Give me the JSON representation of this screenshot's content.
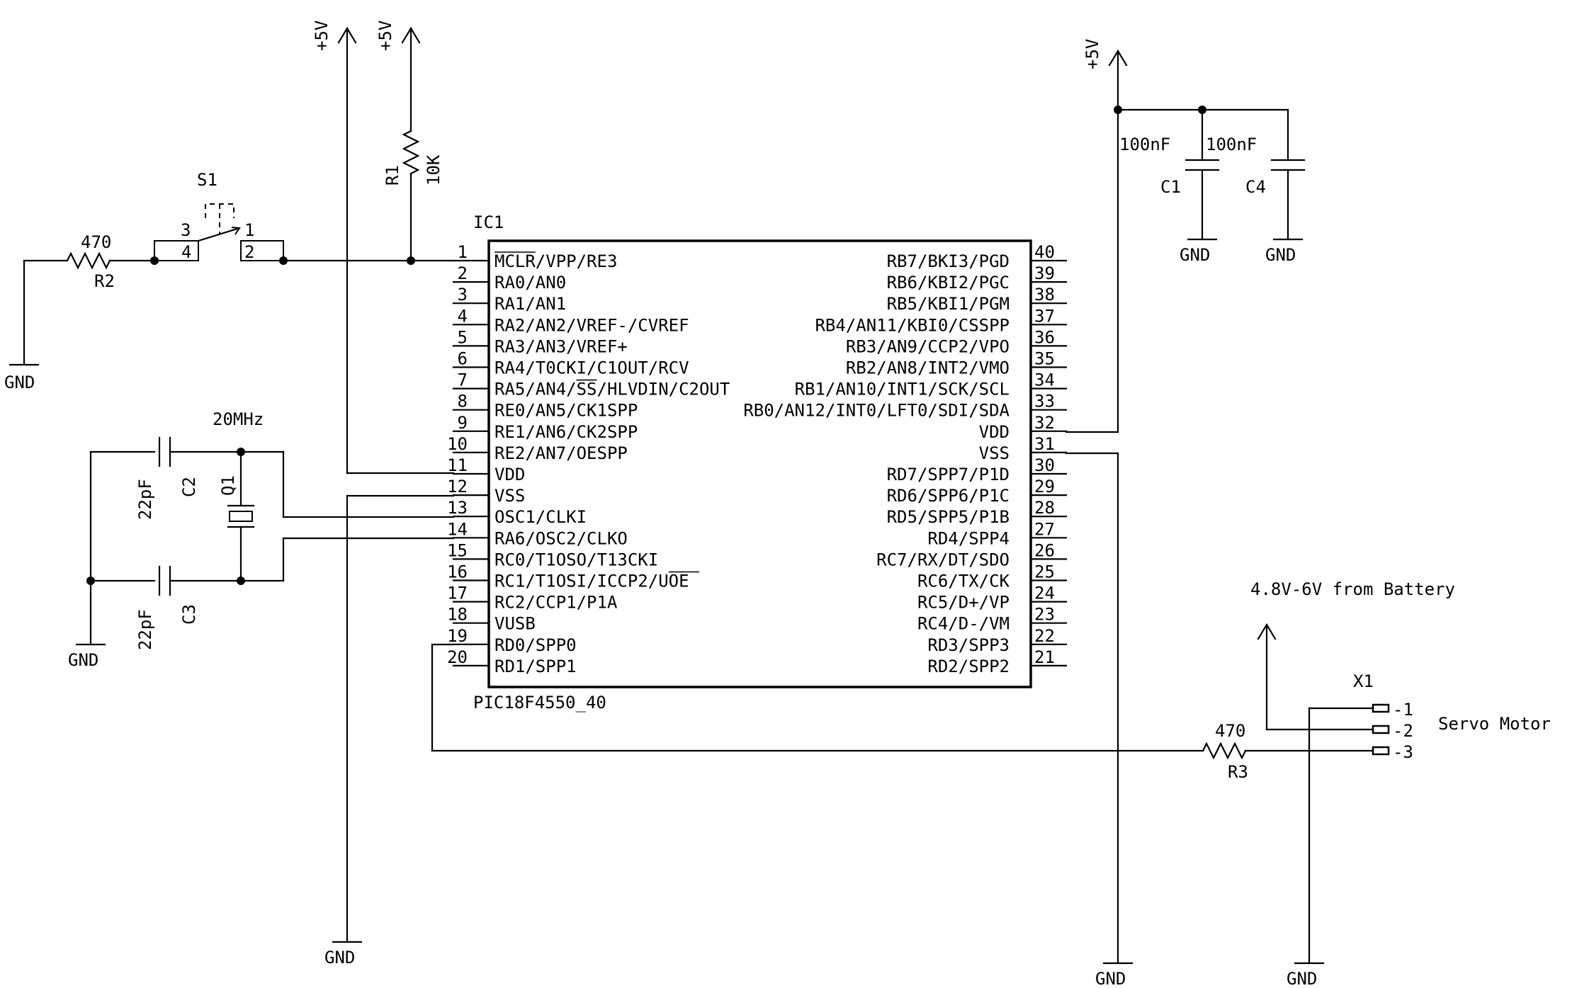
{
  "power": {
    "vcc": "+5V",
    "gnd": "GND",
    "battery": "4.8V-6V from Battery"
  },
  "ic": {
    "name": "IC1",
    "part": "PIC18F4550_40",
    "left_pins": [
      {
        "num": "1",
        "label": "MCLR/VPP/RE3"
      },
      {
        "num": "2",
        "label": "RA0/AN0"
      },
      {
        "num": "3",
        "label": "RA1/AN1"
      },
      {
        "num": "4",
        "label": "RA2/AN2/VREF-/CVREF"
      },
      {
        "num": "5",
        "label": "RA3/AN3/VREF+"
      },
      {
        "num": "6",
        "label": "RA4/T0CKI/C1OUT/RCV"
      },
      {
        "num": "7",
        "label": "RA5/AN4/SS/HLVDIN/C2OUT"
      },
      {
        "num": "8",
        "label": "RE0/AN5/CK1SPP"
      },
      {
        "num": "9",
        "label": "RE1/AN6/CK2SPP"
      },
      {
        "num": "10",
        "label": "RE2/AN7/OESPP"
      },
      {
        "num": "11",
        "label": "VDD"
      },
      {
        "num": "12",
        "label": "VSS"
      },
      {
        "num": "13",
        "label": "OSC1/CLKI"
      },
      {
        "num": "14",
        "label": "RA6/OSC2/CLKO"
      },
      {
        "num": "15",
        "label": "RC0/T1OSO/T13CKI"
      },
      {
        "num": "16",
        "label": "RC1/T1OSI/ICCP2/UOE"
      },
      {
        "num": "17",
        "label": "RC2/CCP1/P1A"
      },
      {
        "num": "18",
        "label": "VUSB"
      },
      {
        "num": "19",
        "label": "RD0/SPP0"
      },
      {
        "num": "20",
        "label": "RD1/SPP1"
      }
    ],
    "right_pins": [
      {
        "num": "40",
        "label": "RB7/BKI3/PGD"
      },
      {
        "num": "39",
        "label": "RB6/KBI2/PGC"
      },
      {
        "num": "38",
        "label": "RB5/KBI1/PGM"
      },
      {
        "num": "37",
        "label": "RB4/AN11/KBI0/CSSPP"
      },
      {
        "num": "36",
        "label": "RB3/AN9/CCP2/VPO"
      },
      {
        "num": "35",
        "label": "RB2/AN8/INT2/VMO"
      },
      {
        "num": "34",
        "label": "RB1/AN10/INT1/SCK/SCL"
      },
      {
        "num": "33",
        "label": "RB0/AN12/INT0/LFT0/SDI/SDA"
      },
      {
        "num": "32",
        "label": "VDD"
      },
      {
        "num": "31",
        "label": "VSS"
      },
      {
        "num": "30",
        "label": "RD7/SPP7/P1D"
      },
      {
        "num": "29",
        "label": "RD6/SPP6/P1C"
      },
      {
        "num": "28",
        "label": "RD5/SPP5/P1B"
      },
      {
        "num": "27",
        "label": "RD4/SPP4"
      },
      {
        "num": "26",
        "label": "RC7/RX/DT/SDO"
      },
      {
        "num": "25",
        "label": "RC6/TX/CK"
      },
      {
        "num": "24",
        "label": "RC5/D+/VP"
      },
      {
        "num": "23",
        "label": "RC4/D-/VM"
      },
      {
        "num": "22",
        "label": "RD3/SPP3"
      },
      {
        "num": "21",
        "label": "RD2/SPP2"
      }
    ]
  },
  "components": {
    "r1": {
      "name": "R1",
      "value": "10K"
    },
    "r2": {
      "name": "R2",
      "value": "470"
    },
    "r3": {
      "name": "R3",
      "value": "470"
    },
    "s1": {
      "name": "S1",
      "pin1": "1",
      "pin2": "2",
      "pin3": "3",
      "pin4": "4"
    },
    "c1": {
      "name": "C1",
      "value": "100nF"
    },
    "c4": {
      "name": "C4",
      "value": "100nF"
    },
    "c2": {
      "name": "C2",
      "value": "22pF"
    },
    "c3": {
      "name": "C3",
      "value": "22pF"
    },
    "q1": {
      "name": "Q1",
      "value": "20MHz"
    },
    "x1": {
      "name": "X1",
      "pin1": "-1",
      "pin2": "-2",
      "pin3": "-3",
      "label": "Servo Motor"
    }
  }
}
